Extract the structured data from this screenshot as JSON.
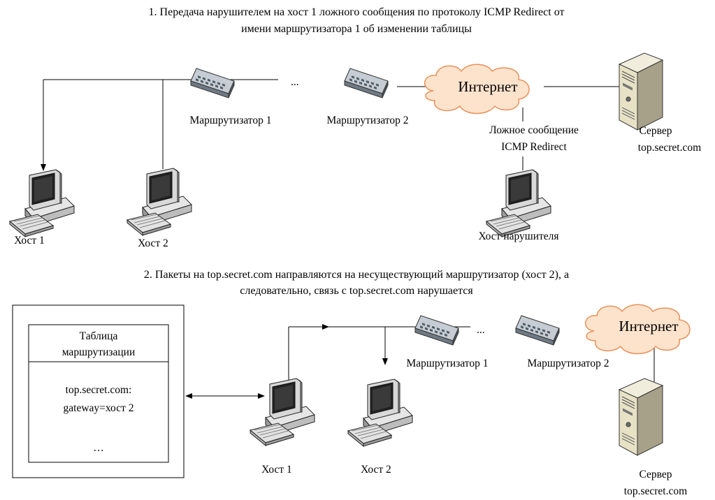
{
  "part1": {
    "caption_line1": "1. Передача нарушителем на хост 1 ложного сообщения по протоколу ICMP Redirect от",
    "caption_line2": "имени маршрутизатора 1 об изменении таблицы",
    "ellipsis": "...",
    "router1_label": "Маршрутизатор 1",
    "router2_label": "Маршрутизатор 2",
    "internet_label": "Интернет",
    "fake_message_line1": "Ложное сообщение",
    "fake_message_line2": "ICMP Redirect",
    "server_label_line1": "Сервер",
    "server_label_line2": "top.secret.com",
    "host1_label": "Хост 1",
    "host2_label": "Хост 2",
    "attacker_label": "Хост нарушителя"
  },
  "part2": {
    "caption_line1": "2. Пакеты на top.secret.com направляются на несуществующий маршрутизатор (хост 2), а",
    "caption_line2": "следовательно, связь с top.secret.com нарушается",
    "table_title_line1": "Таблица",
    "table_title_line2": "маршрутизации",
    "table_entry_line1": "top.secret.com:",
    "table_entry_line2": "gateway=хост 2",
    "table_ellipsis": "…",
    "ellipsis": "...",
    "router1_label": "Маршрутизатор 1",
    "router2_label": "Маршрутизатор 2",
    "internet_label": "Интернет",
    "server_label_line1": "Сервер",
    "server_label_line2": "top.secret.com",
    "host1_label": "Хост 1",
    "host2_label": "Хост 2"
  },
  "colors": {
    "cloud_fill": "#fde3cc",
    "cloud_stroke": "#e8925a",
    "router_fill": "#a9b4bd",
    "computer_body": "#dcdcdc",
    "screen": "#1e1e1e",
    "server_body": "#e4e0c8"
  },
  "icons": {
    "router": "network-switch-icon",
    "computer": "desktop-computer-icon",
    "server": "server-tower-icon",
    "cloud": "internet-cloud-icon"
  }
}
